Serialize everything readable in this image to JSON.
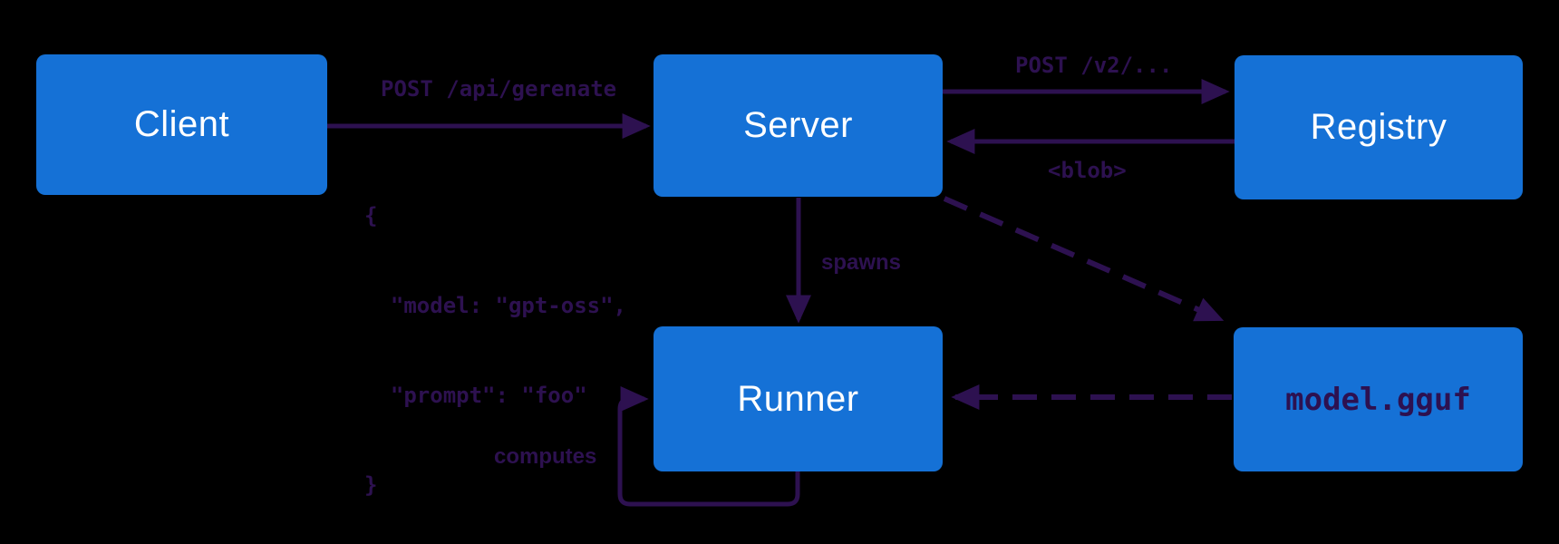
{
  "diagram": {
    "colors": {
      "background": "#000000",
      "node_fill": "#1571d6",
      "node_text": "#ffffff",
      "wire_and_label": "#2d1150"
    },
    "nodes": [
      {
        "id": "client",
        "label": "Client"
      },
      {
        "id": "server",
        "label": "Server"
      },
      {
        "id": "registry",
        "label": "Registry"
      },
      {
        "id": "runner",
        "label": "Runner"
      },
      {
        "id": "model-gguf",
        "label": "model.gguf"
      }
    ],
    "edges": [
      {
        "from": "client",
        "to": "server",
        "label": "POST /api/gerenate",
        "style": "solid"
      },
      {
        "from": "server",
        "to": "registry",
        "label": "POST /v2/...",
        "style": "solid"
      },
      {
        "from": "registry",
        "to": "server",
        "label": "<blob>",
        "style": "solid"
      },
      {
        "from": "server",
        "to": "runner",
        "label": "spawns",
        "style": "solid"
      },
      {
        "from": "server",
        "to": "model-gguf",
        "style": "dashed"
      },
      {
        "from": "model-gguf",
        "to": "runner",
        "style": "dashed"
      },
      {
        "from": "runner",
        "to": "runner",
        "label": "computes",
        "style": "solid-loop"
      }
    ],
    "request_body": {
      "lines": [
        "{",
        "  \"model: \"gpt-oss\",",
        "  \"prompt\": \"foo\"",
        "}"
      ]
    }
  }
}
